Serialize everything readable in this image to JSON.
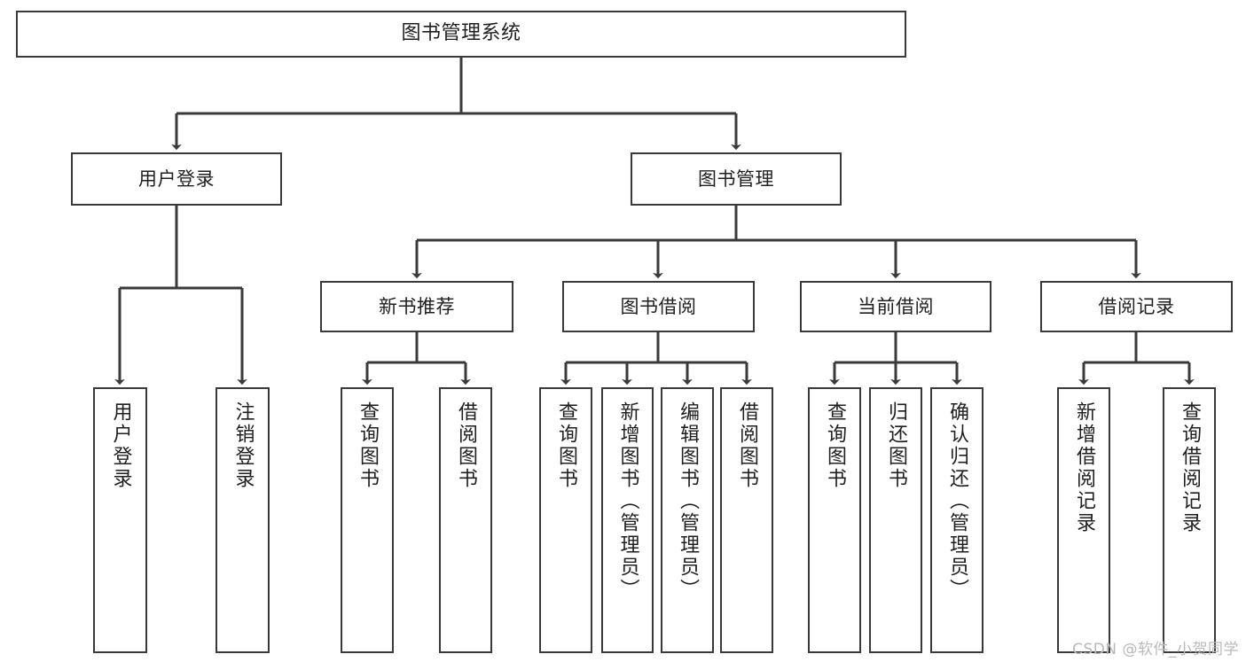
{
  "diagram": {
    "title": "图书管理系统",
    "type": "tree-hierarchy",
    "orientation": "top-down",
    "colors": {
      "background": "#ffffff",
      "box_border": "#3a3a3a",
      "box_fill": "#ffffff",
      "connector": "#3a3a3a",
      "text": "#1f1f1f",
      "watermark": "#b9b9b9"
    },
    "root": {
      "label": "图书管理系统"
    },
    "level2": [
      {
        "label": "用户登录"
      },
      {
        "label": "图书管理"
      }
    ],
    "level3": [
      {
        "label": "新书推荐"
      },
      {
        "label": "图书借阅"
      },
      {
        "label": "当前借阅"
      },
      {
        "label": "借阅记录"
      }
    ],
    "login_leaves": [
      {
        "label": "用户登录"
      },
      {
        "label": "注销登录"
      }
    ],
    "new_book_leaves": [
      {
        "label": "查询图书"
      },
      {
        "label": "借阅图书"
      }
    ],
    "borrow_leaves": [
      {
        "label": "查询图书"
      },
      {
        "label": "新增图书（管理员）"
      },
      {
        "label": "编辑图书（管理员）"
      },
      {
        "label": "借阅图书"
      }
    ],
    "current_leaves": [
      {
        "label": "查询图书"
      },
      {
        "label": "归还图书"
      },
      {
        "label": "确认归还（管理员）"
      }
    ],
    "record_leaves": [
      {
        "label": "新增借阅记录"
      },
      {
        "label": "查询借阅记录"
      }
    ]
  },
  "watermark": {
    "text": "CSDN @软件_小贺同学"
  }
}
